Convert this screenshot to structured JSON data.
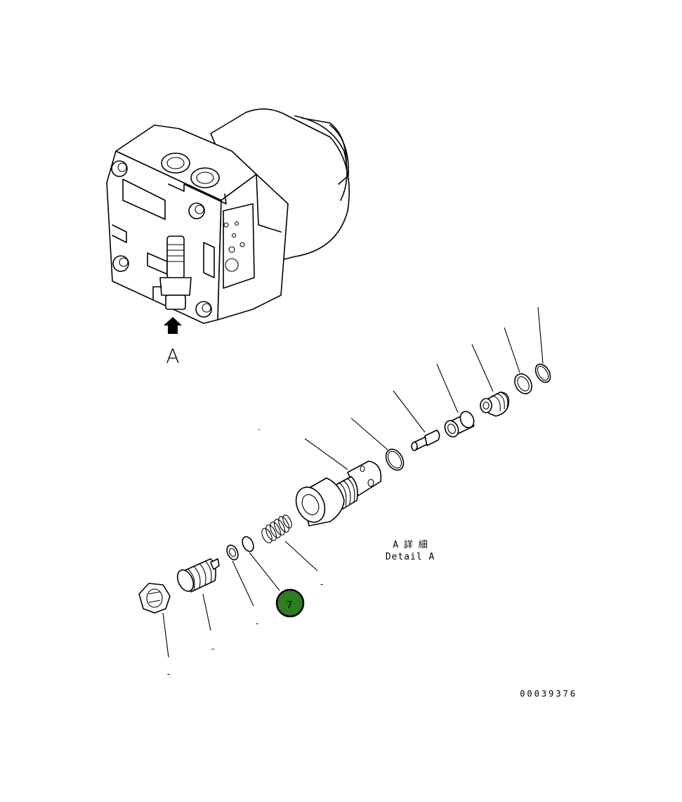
{
  "view_label": "A",
  "detail_label_jp": "A 詳 細",
  "detail_label_en": "Detail A",
  "drawing_number": "00039376",
  "callout": {
    "number": "7",
    "color": "#2e7d1f"
  },
  "leader_labels": [
    "-",
    "-",
    "-",
    "-",
    "-"
  ]
}
